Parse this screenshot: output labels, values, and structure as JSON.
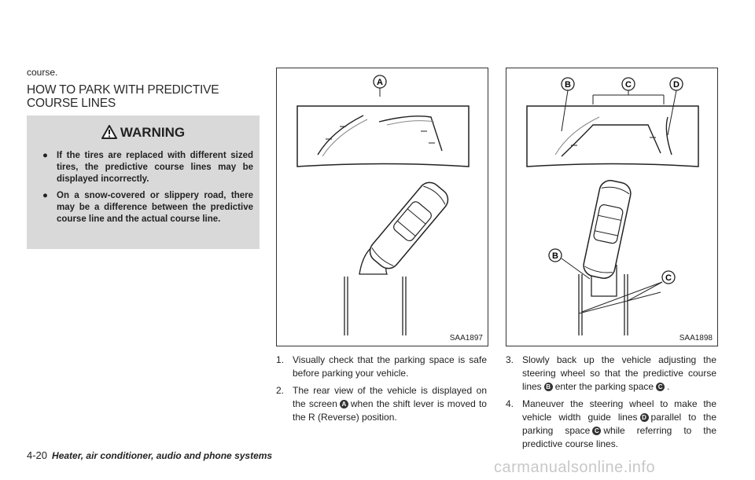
{
  "intro_text": "course.",
  "heading": {
    "line1": "HOW TO PARK WITH PREDICTIVE",
    "line2": "COURSE LINES"
  },
  "warning": {
    "title": "WARNING",
    "items": [
      "If the tires are replaced with different sized tires, the predictive course lines may be displayed incorrectly.",
      "On a snow-covered or slippery road, there may be a difference between the predictive course line and the actual course line."
    ]
  },
  "figures": [
    {
      "code": "SAA1897",
      "callouts": [
        "A"
      ]
    },
    {
      "code": "SAA1898",
      "callouts": [
        "B",
        "C",
        "D",
        "B",
        "C"
      ]
    }
  ],
  "steps_left": [
    {
      "num": "1.",
      "text": "Visually check that the parking space is safe before parking your vehicle."
    },
    {
      "num": "2.",
      "pre": "The rear view of the vehicle is displayed on the screen",
      "mark": "A",
      "post": "when the shift lever is moved to the R (Reverse) position."
    }
  ],
  "steps_right": [
    {
      "num": "3.",
      "pre": "Slowly back up the vehicle adjusting the steering wheel so that the predictive course lines",
      "mark1": "B",
      "mid": "enter the parking space",
      "mark2": "C",
      "post": "."
    },
    {
      "num": "4.",
      "pre": "Maneuver the steering wheel to make the vehicle width guide lines",
      "mark1": "D",
      "mid": "parallel to the parking space",
      "mark2": "C",
      "post": "while referring to the predictive course lines."
    }
  ],
  "footer": {
    "page": "4-20",
    "title": "Heater, air conditioner, audio and phone systems"
  },
  "watermark": "carmanualsonline.info"
}
